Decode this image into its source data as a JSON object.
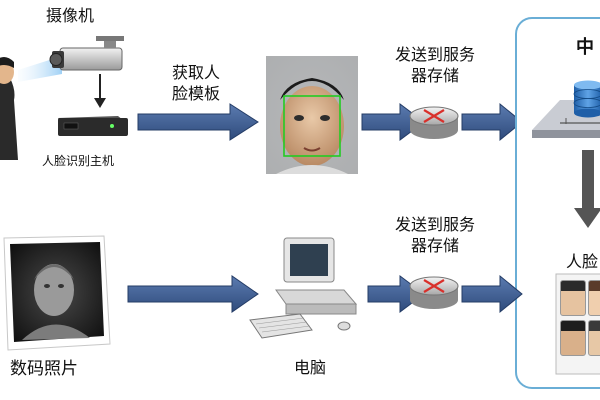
{
  "labels": {
    "camera": "摄像机",
    "face_host": "人脸识别主机",
    "get_template": "获取人\n脸模板",
    "send_to_server_1": "发送到服务\n器存储",
    "send_to_server_2": "发送到服务\n器存储",
    "digital_photo": "数码照片",
    "computer": "电脑",
    "center_partial": "中",
    "face_db_partial": "人脸"
  },
  "icons": {
    "person": "person-silhouette-icon",
    "camera": "surveillance-camera-icon",
    "host": "face-recognition-host-icon",
    "face_capture": "face-capture-photo-icon",
    "router": "router-icon",
    "photo": "3d-face-photo-icon",
    "computer": "desktop-computer-icon",
    "database": "database-server-icon"
  },
  "colors": {
    "arrow": "#3d5a8a",
    "arrow_dark": "#2b4470",
    "panel_border": "#6aaed6",
    "face_box": "#22cc22",
    "router_red": "#d9302b"
  }
}
